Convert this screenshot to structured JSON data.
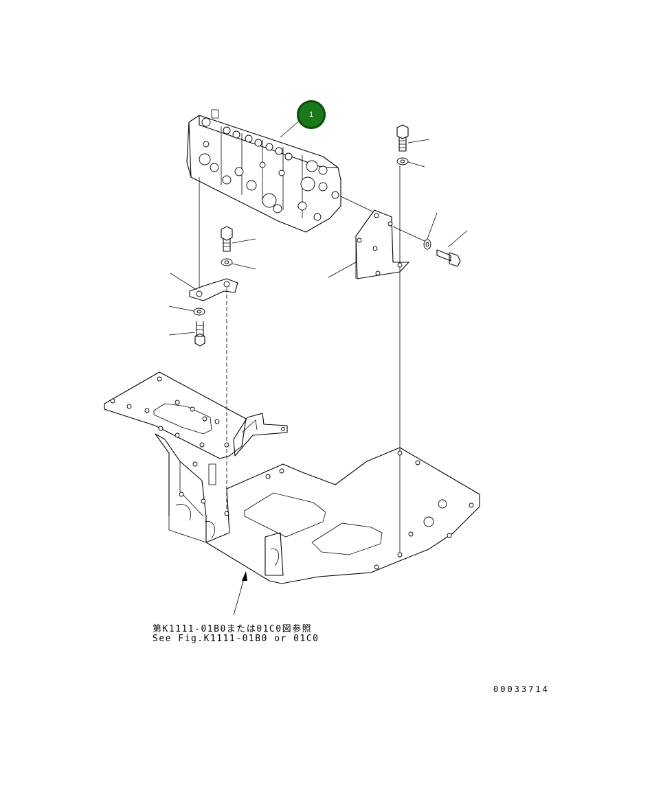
{
  "callout": {
    "number": "1",
    "color": "#1a7a1a"
  },
  "reference_note": {
    "line_jp": "第K1111-01B0または01C0図参照",
    "line_en": "See Fig.K1111-01B0 or 01C0"
  },
  "figure_number": "00033714"
}
